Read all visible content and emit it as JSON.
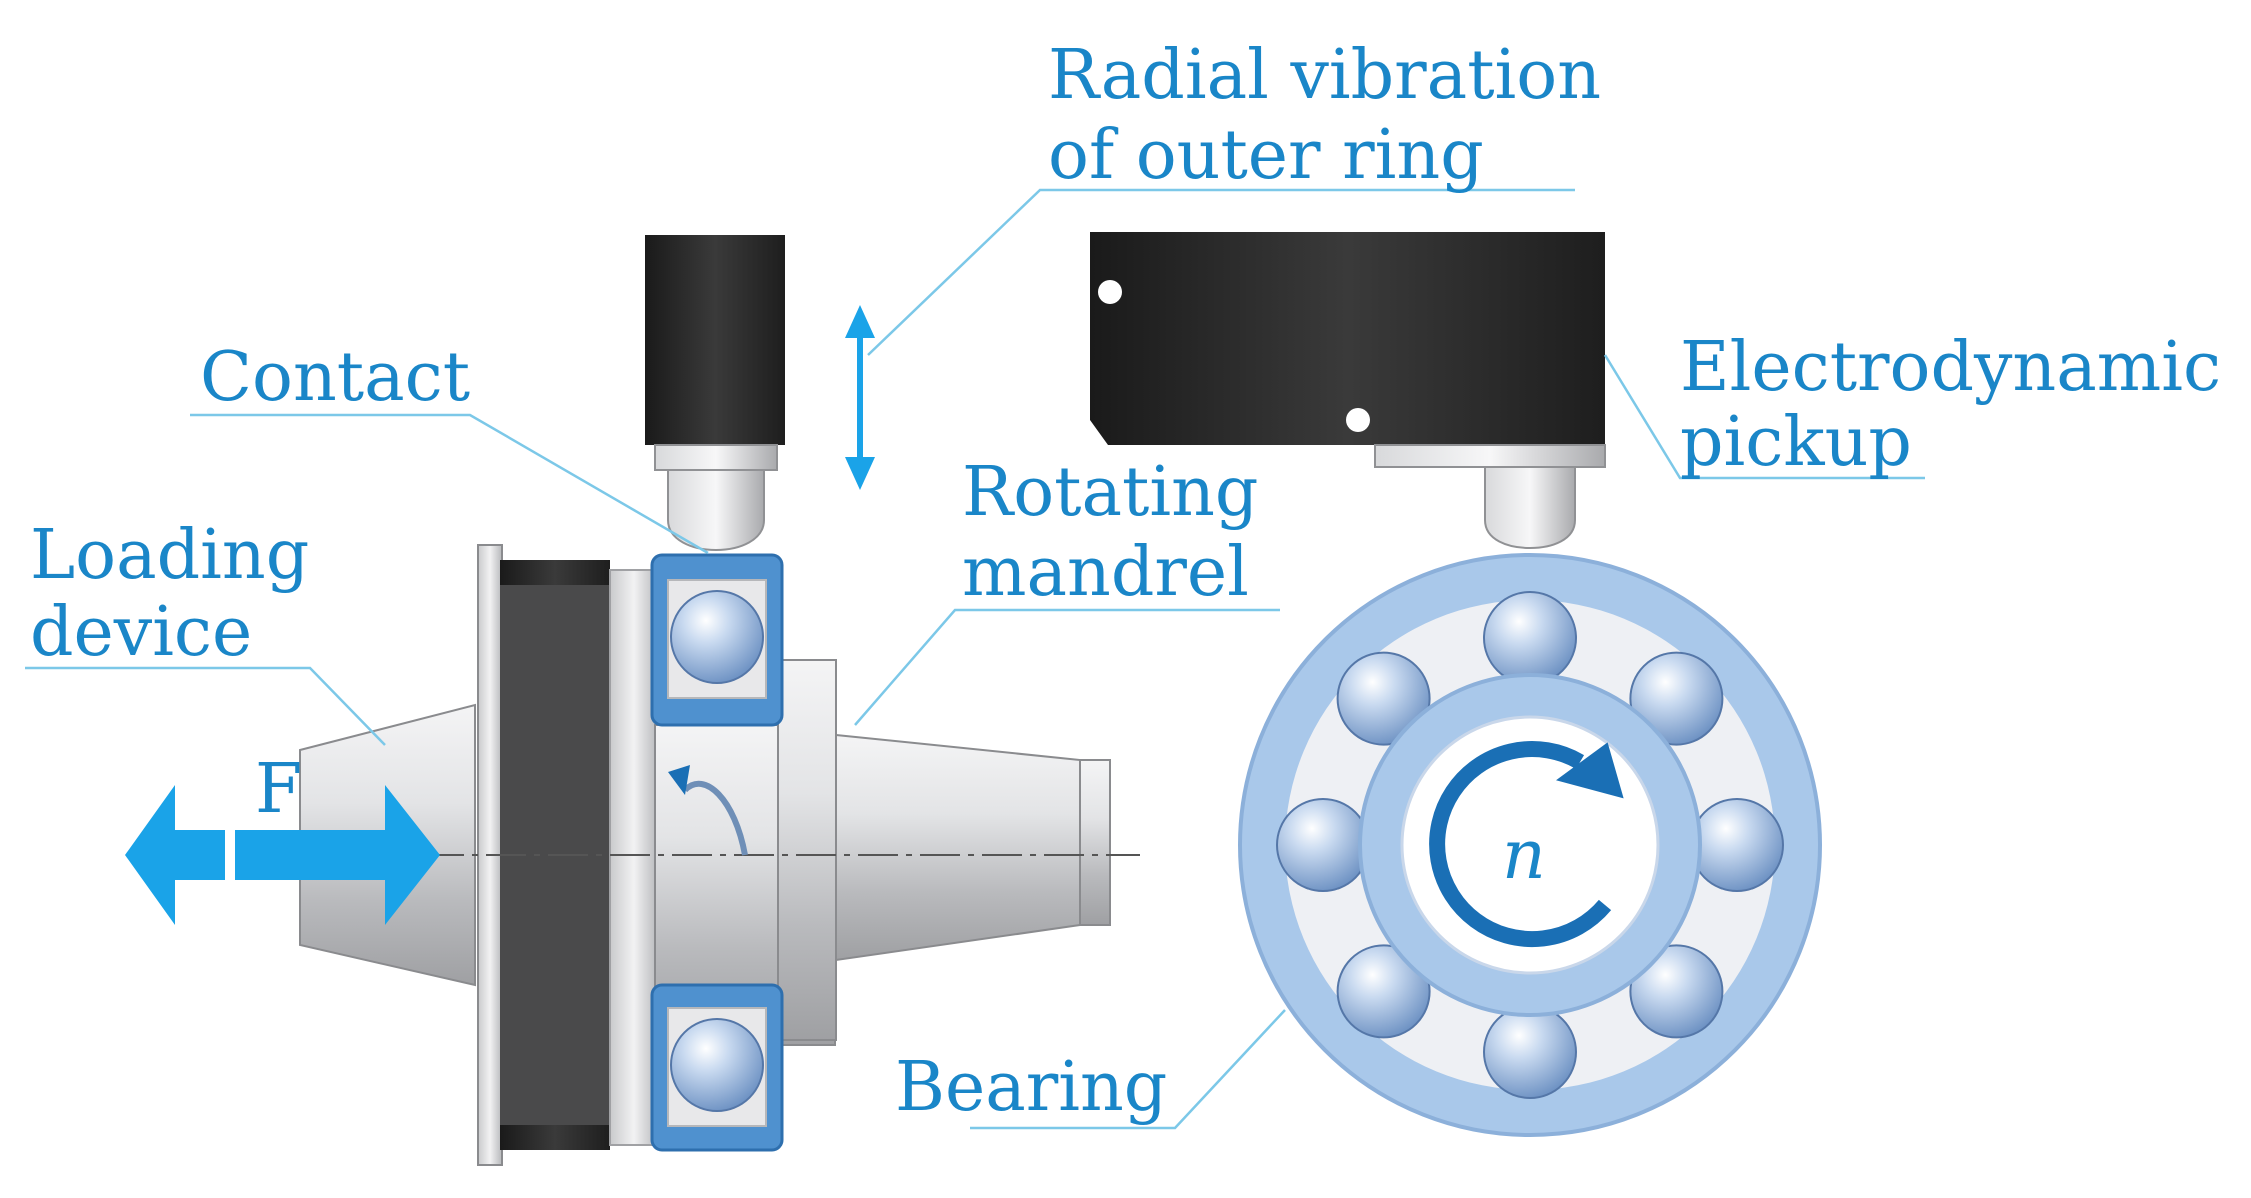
{
  "labels": {
    "radial_vibration_line1": "Radial vibration",
    "radial_vibration_line2": "of outer ring",
    "contact": "Contact",
    "electrodynamic_line1": "Electrodynamic",
    "electrodynamic_line2": "pickup",
    "rotating_line1": "Rotating",
    "rotating_line2": "mandrel",
    "loading_line1": "Loading",
    "loading_line2": "device",
    "force": "F",
    "bearing": "Bearing",
    "speed": "n"
  },
  "colors": {
    "label": "#1a86c8",
    "leader_line": "#7cc8e8",
    "arrow": "#1aa3e8",
    "bearing_ring": "#a9c8ea",
    "ball": "#8fb0d8",
    "sensor_body": "#222222",
    "steel": "#c8c9cc"
  }
}
